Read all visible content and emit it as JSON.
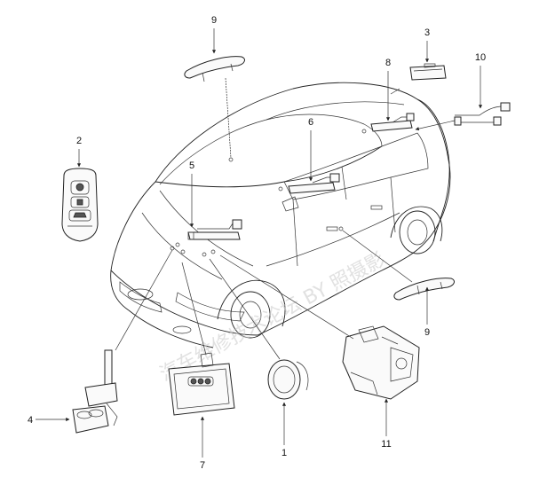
{
  "callouts": [
    {
      "id": "c1",
      "label": "1"
    },
    {
      "id": "c2",
      "label": "2"
    },
    {
      "id": "c3",
      "label": "3"
    },
    {
      "id": "c4",
      "label": "4"
    },
    {
      "id": "c5",
      "label": "5"
    },
    {
      "id": "c6",
      "label": "6"
    },
    {
      "id": "c7",
      "label": "7"
    },
    {
      "id": "c8",
      "label": "8"
    },
    {
      "id": "c9a",
      "label": "9"
    },
    {
      "id": "c9b",
      "label": "9"
    },
    {
      "id": "c10",
      "label": "10"
    },
    {
      "id": "c11",
      "label": "11"
    }
  ],
  "watermark": "汽车维修技术论坛 BY 照摄影"
}
